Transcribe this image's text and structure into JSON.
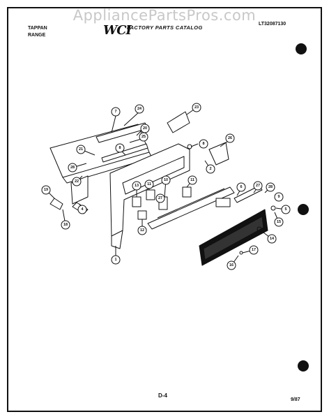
{
  "watermark": "AppliancePartsPros.com",
  "header": {
    "brand_line1": "TAPPAN",
    "brand_line2": "RANGE",
    "logo": "WCI",
    "catalog_title": "FACTORY PARTS CATALOG",
    "catalog_number": "LT32087130"
  },
  "footer": {
    "page": "D-4",
    "date": "9/87"
  },
  "callouts": [
    {
      "label": "7"
    },
    {
      "label": "24"
    },
    {
      "label": "23"
    },
    {
      "label": "26"
    },
    {
      "label": "8"
    },
    {
      "label": "25"
    },
    {
      "label": "21"
    },
    {
      "label": "28"
    },
    {
      "label": "22"
    },
    {
      "label": "8"
    },
    {
      "label": "20"
    },
    {
      "label": "2"
    },
    {
      "label": "19"
    },
    {
      "label": "4"
    },
    {
      "label": "18"
    },
    {
      "label": "13"
    },
    {
      "label": "11"
    },
    {
      "label": "10"
    },
    {
      "label": "11"
    },
    {
      "label": "27"
    },
    {
      "label": "6"
    },
    {
      "label": "27"
    },
    {
      "label": "28"
    },
    {
      "label": "9"
    },
    {
      "label": "5"
    },
    {
      "label": "15"
    },
    {
      "label": "12"
    },
    {
      "label": "14"
    },
    {
      "label": "17"
    },
    {
      "label": "16"
    },
    {
      "label": "1"
    }
  ]
}
